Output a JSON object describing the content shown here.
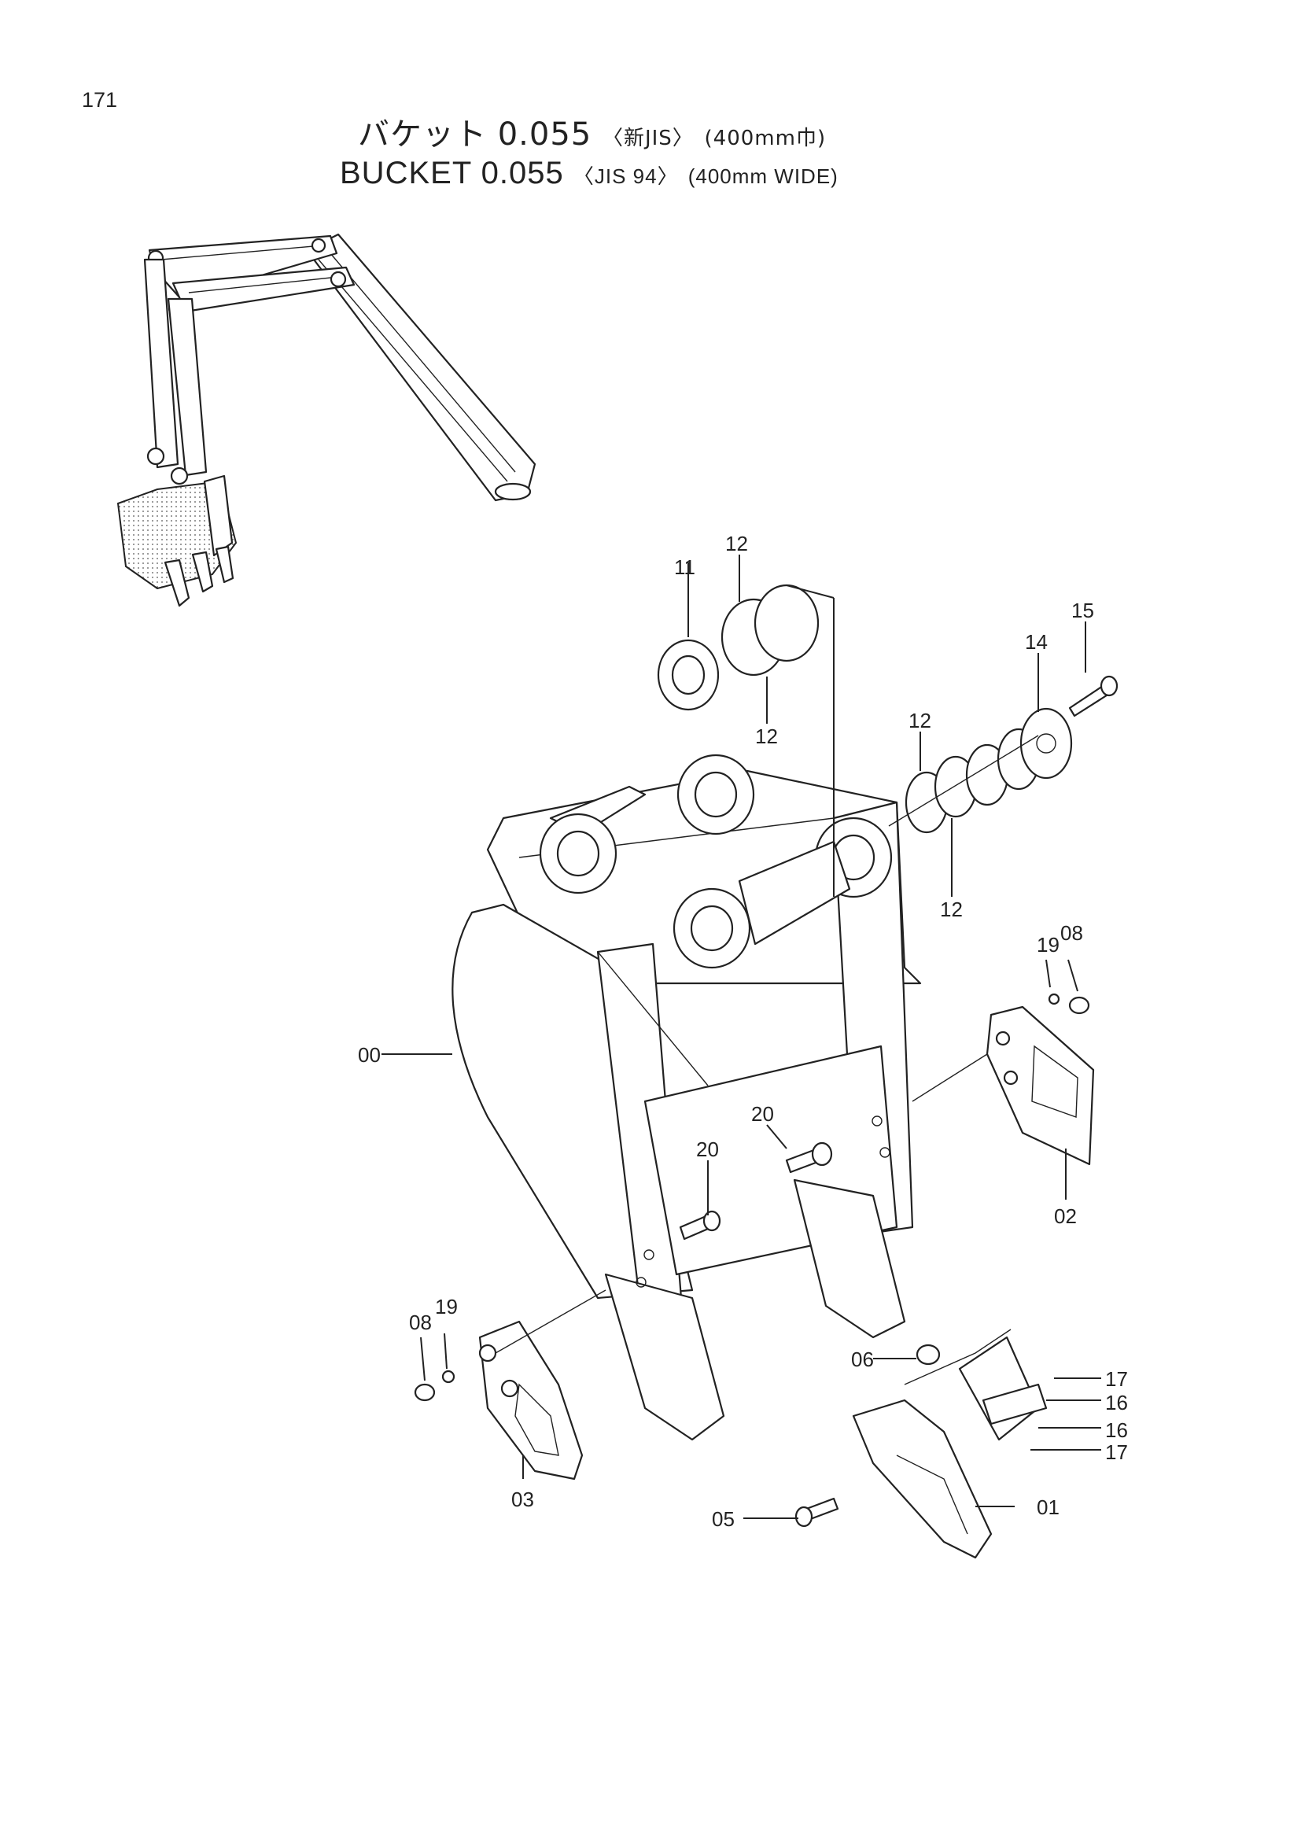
{
  "page_number": "171",
  "title_jp": {
    "main": "バケット 0.055",
    "qualifier": "〈新JIS〉",
    "width": "(400mm巾)"
  },
  "title_en": {
    "main": "BUCKET 0.055",
    "qualifier": "〈JIS 94〉",
    "width": "(400mm WIDE)"
  },
  "callouts": {
    "c00": "00",
    "c01": "01",
    "c02": "02",
    "c03": "03",
    "c05": "05",
    "c06": "06",
    "c08_right": "08",
    "c08_left": "08",
    "c11": "11",
    "c12_a": "12",
    "c12_b": "12",
    "c12_c": "12",
    "c12_d": "12",
    "c14": "14",
    "c15": "15",
    "c16_a": "16",
    "c16_b": "16",
    "c17_a": "17",
    "c17_b": "17",
    "c19_right": "19",
    "c19_left": "19",
    "c20_a": "20",
    "c20_b": "20"
  }
}
